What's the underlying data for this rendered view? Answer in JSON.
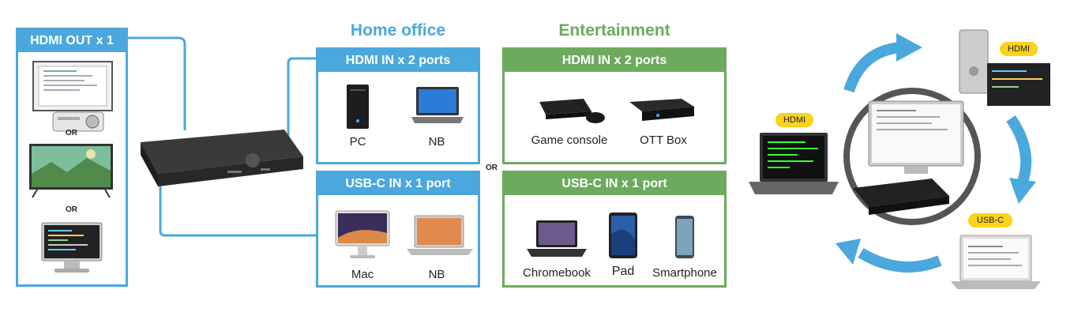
{
  "left_box": {
    "title": "HDMI OUT x 1",
    "or_1": "OR",
    "or_2": "OR"
  },
  "home_office": {
    "heading": "Home office",
    "hdmi_box": {
      "title": "HDMI  IN x 2 ports",
      "items": [
        "PC",
        "NB"
      ]
    },
    "usbc_box": {
      "title": "USB-C  IN x 1 port",
      "items": [
        "Mac",
        "NB"
      ]
    }
  },
  "middle_or": "OR",
  "entertainment": {
    "heading": "Entertainment",
    "hdmi_box": {
      "title": "HDMI  IN x 2 ports",
      "items": [
        "Game console",
        "OTT Box"
      ]
    },
    "usbc_box": {
      "title": "USB-C  IN x 1 port",
      "items": [
        "Chromebook",
        "Pad",
        "Smartphone"
      ]
    }
  },
  "right_diagram": {
    "tag_hdmi_top": "HDMI",
    "tag_hdmi_laptop": "HDMI",
    "tag_usbc": "USB-C"
  },
  "colors": {
    "blue": "#4aa8dd",
    "green": "#6daa5d",
    "tag": "#fbd21c"
  }
}
